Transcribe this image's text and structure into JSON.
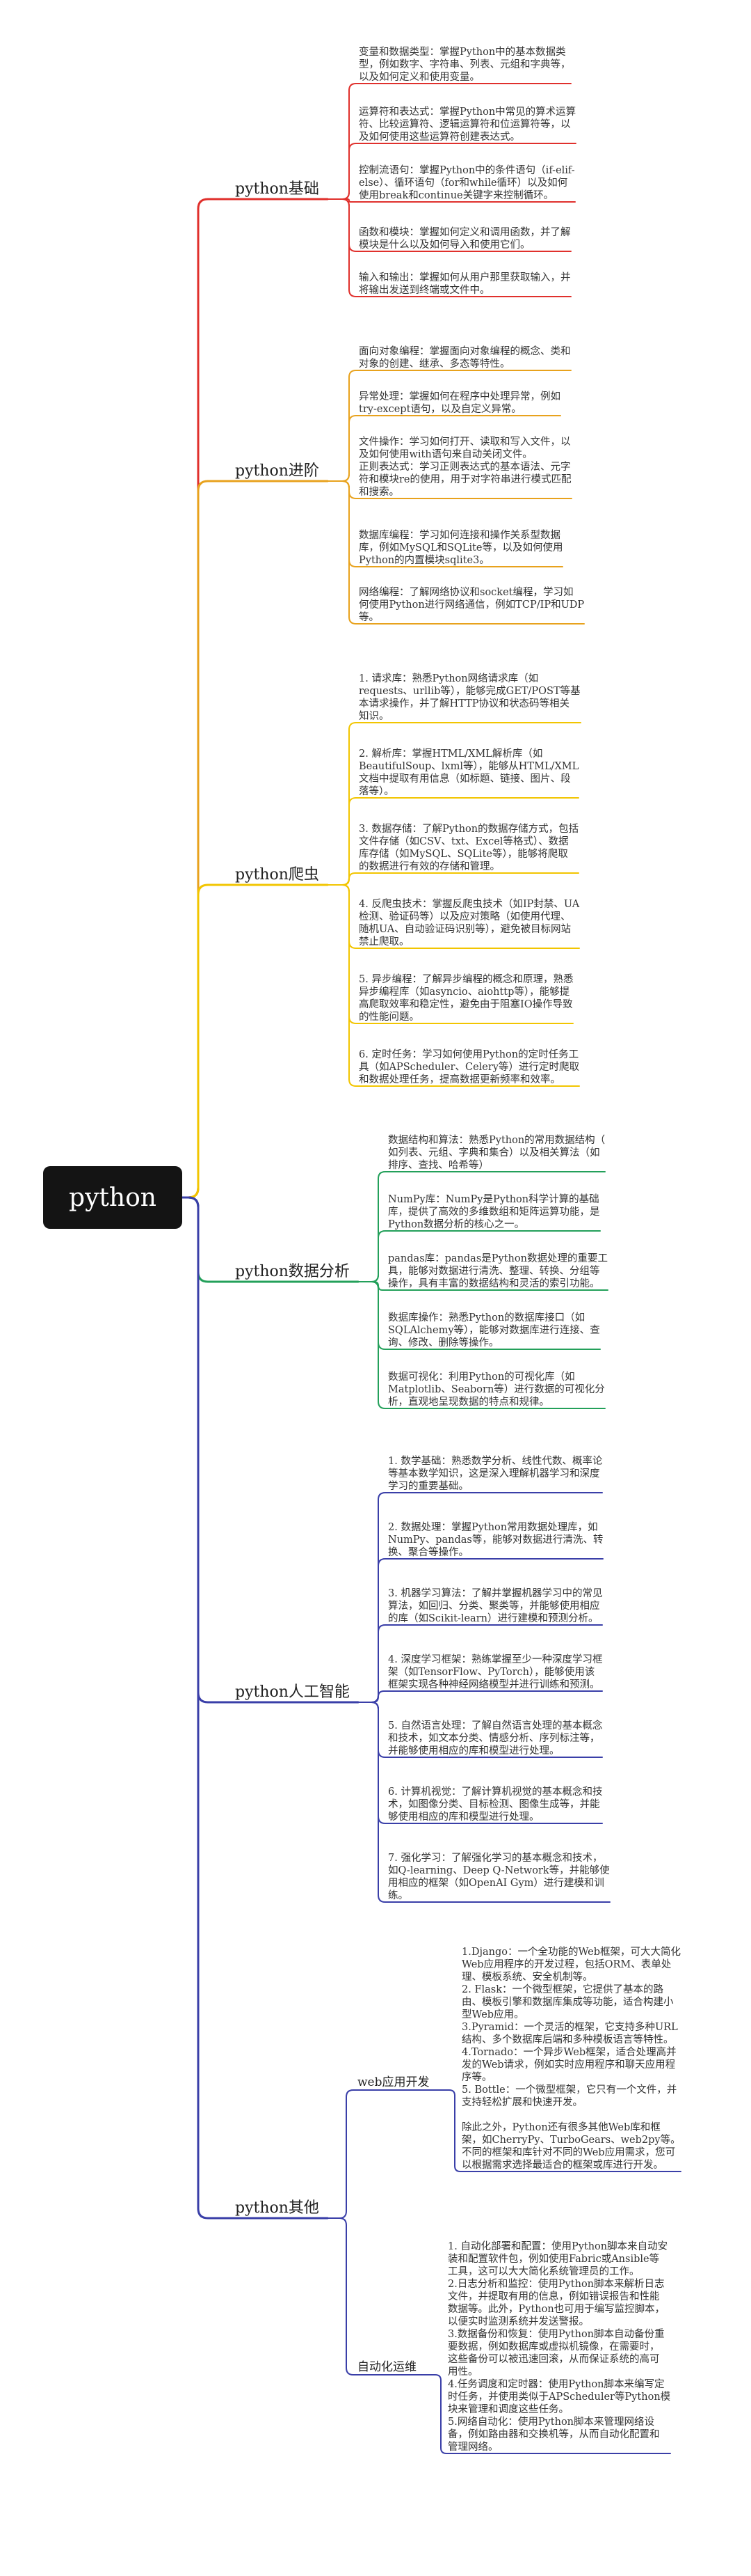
{
  "root": {
    "label": "python"
  },
  "colors": {
    "basics": "#e0302c",
    "advanced": "#e8a21d",
    "crawler": "#f2c500",
    "data": "#23a05a",
    "ai": "#3a3fa8",
    "other": "#3a3fa8",
    "root_bg": "#141414"
  },
  "branches": [
    {
      "label": "python基础",
      "items": [
        "变量和数据类型：掌握Python中的基本数据类\n型，例如数字、字符串、列表、元组和字典等，\n以及如何定义和使用变量。",
        "运算符和表达式：掌握Python中常见的算术运算\n符、比较运算符、逻辑运算符和位运算符等，以\n及如何使用这些运算符创建表达式。",
        "控制流语句：掌握Python中的条件语句（if-elif-\nelse）、循环语句（for和while循环）以及如何\n使用break和continue关键字来控制循环。",
        "函数和模块：掌握如何定义和调用函数，并了解\n模块是什么以及如何导入和使用它们。",
        "输入和输出：掌握如何从用户那里获取输入，并\n将输出发送到终端或文件中。"
      ]
    },
    {
      "label": "python进阶",
      "items": [
        "面向对象编程：掌握面向对象编程的概念、类和\n对象的创建、继承、多态等特性。",
        "异常处理：掌握如何在程序中处理异常，例如\ntry-except语句，以及自定义异常。",
        "文件操作：学习如何打开、读取和写入文件，以\n及如何使用with语句来自动关闭文件。\n正则表达式：学习正则表达式的基本语法、元字\n符和模块re的使用，用于对字符串进行模式匹配\n和搜索。",
        "数据库编程：学习如何连接和操作关系型数据\n库，例如MySQL和SQLite等，以及如何使用\nPython的内置模块sqlite3。",
        "网络编程：了解网络协议和socket编程，学习如\n何使用Python进行网络通信，例如TCP/IP和UDP\n等。"
      ]
    },
    {
      "label": "python爬虫",
      "items": [
        "1. 请求库：熟悉Python网络请求库（如\nrequests、urllib等），能够完成GET/POST等基\n本请求操作，并了解HTTP协议和状态码等相关\n知识。",
        "2. 解析库：掌握HTML/XML解析库（如\nBeautifulSoup、lxml等），能够从HTML/XML\n文档中提取有用信息（如标题、链接、图片、段\n落等）。",
        "3. 数据存储：了解Python的数据存储方式，包括\n文件存储（如CSV、txt、Excel等格式）、数据\n库存储（如MySQL、SQLite等），能够将爬取\n的数据进行有效的存储和管理。",
        "4. 反爬虫技术：掌握反爬虫技术（如IP封禁、UA\n检测、验证码等）以及应对策略（如使用代理、\n随机UA、自动验证码识别等），避免被目标网站\n禁止爬取。",
        "5. 异步编程：了解异步编程的概念和原理，熟悉\n异步编程库（如asyncio、aiohttp等），能够提\n高爬取效率和稳定性，避免由于阻塞IO操作导致\n的性能问题。",
        "6. 定时任务：学习如何使用Python的定时任务工\n具（如APScheduler、Celery等）进行定时爬取\n和数据处理任务，提高数据更新频率和效率。"
      ]
    },
    {
      "label": "python数据分析",
      "items": [
        "数据结构和算法：熟悉Python的常用数据结构（\n如列表、元组、字典和集合）以及相关算法（如\n排序、查找、哈希等）",
        "NumPy库：NumPy是Python科学计算的基础\n库，提供了高效的多维数组和矩阵运算功能，是\nPython数据分析的核心之一。",
        "pandas库：pandas是Python数据处理的重要工\n具，能够对数据进行清洗、整理、转换、分组等\n操作，具有丰富的数据结构和灵活的索引功能。",
        "数据库操作：熟悉Python的数据库接口（如\nSQLAlchemy等），能够对数据库进行连接、查\n询、修改、删除等操作。",
        "数据可视化：利用Python的可视化库（如\nMatplotlib、Seaborn等）进行数据的可视化分\n析，直观地呈现数据的特点和规律。"
      ]
    },
    {
      "label": "python人工智能",
      "items": [
        "1. 数学基础：熟悉数学分析、线性代数、概率论\n等基本数学知识，这是深入理解机器学习和深度\n学习的重要基础。",
        "2. 数据处理：掌握Python常用数据处理库，如\nNumPy、pandas等，能够对数据进行清洗、转\n换、聚合等操作。",
        "3. 机器学习算法：了解并掌握机器学习中的常见\n算法，如回归、分类、聚类等，并能够使用相应\n的库（如Scikit-learn）进行建模和预测分析。",
        "4. 深度学习框架：熟练掌握至少一种深度学习框\n架（如TensorFlow、PyTorch），能够使用该\n框架实现各种神经网络模型并进行训练和预测。",
        "5. 自然语言处理：了解自然语言处理的基本概念\n和技术，如文本分类、情感分析、序列标注等，\n并能够使用相应的库和模型进行处理。",
        "6. 计算机视觉：了解计算机视觉的基本概念和技\n术，如图像分类、目标检测、图像生成等，并能\n够使用相应的库和模型进行处理。",
        "7. 强化学习：了解强化学习的基本概念和技术，\n如Q-learning、Deep Q-Network等，并能够使\n用相应的框架（如OpenAI Gym）进行建模和训\n练。"
      ]
    },
    {
      "label": "python其他",
      "subs": [
        {
          "label": "web应用开发",
          "text": "1.Django：一个全功能的Web框架，可大大简化\nWeb应用程序的开发过程，包括ORM、表单处\n理、模板系统、安全机制等。\n2. Flask：一个微型框架，它提供了基本的路\n由、模板引擎和数据库集成等功能，适合构建小\n型Web应用。\n3.Pyramid：一个灵活的框架，它支持多种URL\n结构、多个数据库后端和多种模板语言等特性。\n4.Tornado：一个异步Web框架，适合处理高并\n发的Web请求，例如实时应用程序和聊天应用程\n序等。\n5. Bottle：一个微型框架，它只有一个文件，并\n支持轻松扩展和快速开发。\n\n除此之外，Python还有很多其他Web库和框\n架，如CherryPy、TurboGears、web2py等。\n不同的框架和库针对不同的Web应用需求，您可\n以根据需求选择最适合的框架或库进行开发。"
        },
        {
          "label": "自动化运维",
          "text": "1. 自动化部署和配置：使用Python脚本来自动安\n装和配置软件包，例如使用Fabric或Ansible等\n工具，这可以大大简化系统管理员的工作。\n2.日志分析和监控：使用Python脚本来解析日志\n文件，并提取有用的信息，例如错误报告和性能\n数据等。此外，Python也可用于编写监控脚本，\n以便实时监测系统并发送警报。\n3.数据备份和恢复：使用Python脚本自动备份重\n要数据，例如数据库或虚拟机镜像，在需要时，\n这些备份可以被迅速回滚，从而保证系统的高可\n用性。\n4.任务调度和定时器：使用Python脚本来编写定\n时任务，并使用类似于APScheduler等Python模\n块来管理和调度这些任务。\n5.网络自动化：使用Python脚本来管理网络设\n备，例如路由器和交换机等，从而自动化配置和\n管理网络。"
        }
      ]
    }
  ]
}
